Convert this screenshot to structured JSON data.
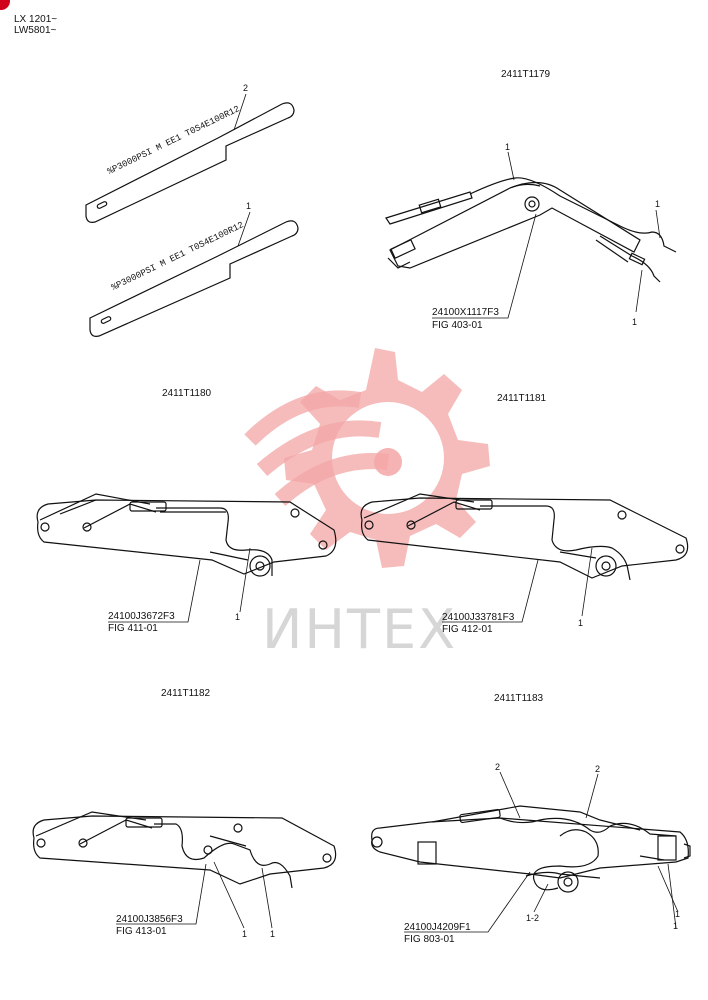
{
  "header": {
    "line1": "LX 1201~",
    "line2": "LW5801~"
  },
  "watermark": {
    "text": "ИНТЕХ",
    "color": "#f4a6a6"
  },
  "tags": {
    "tag2": {
      "callout": "2",
      "text": "%P3000PSI M EE1 T0S4E100R12"
    },
    "tag1": {
      "callout": "1",
      "text": "%P3000PSI M EE1 T0S4E100R12"
    }
  },
  "fig_a": {
    "code": "2411T1179",
    "part": "24100X1117F3",
    "fig": "FIG 403-01",
    "callouts": [
      "1",
      "1",
      "1"
    ]
  },
  "fig_b": {
    "code": "2411T1180",
    "part": "24100J3672F3",
    "fig": "FIG 411-01",
    "callout": "1"
  },
  "fig_c": {
    "code": "2411T1181",
    "part": "24100J33781F3",
    "fig": "FIG 412-01",
    "callout": "1"
  },
  "fig_d": {
    "code": "2411T1182",
    "part": "24100J3856F3",
    "fig": "FIG 413-01",
    "callouts": [
      "1",
      "1"
    ]
  },
  "fig_e": {
    "code": "2411T1183",
    "part": "24100J4209F1",
    "fig": "FIG 803-01",
    "callouts": [
      "2",
      "2",
      "1-2",
      "1",
      "1"
    ]
  }
}
